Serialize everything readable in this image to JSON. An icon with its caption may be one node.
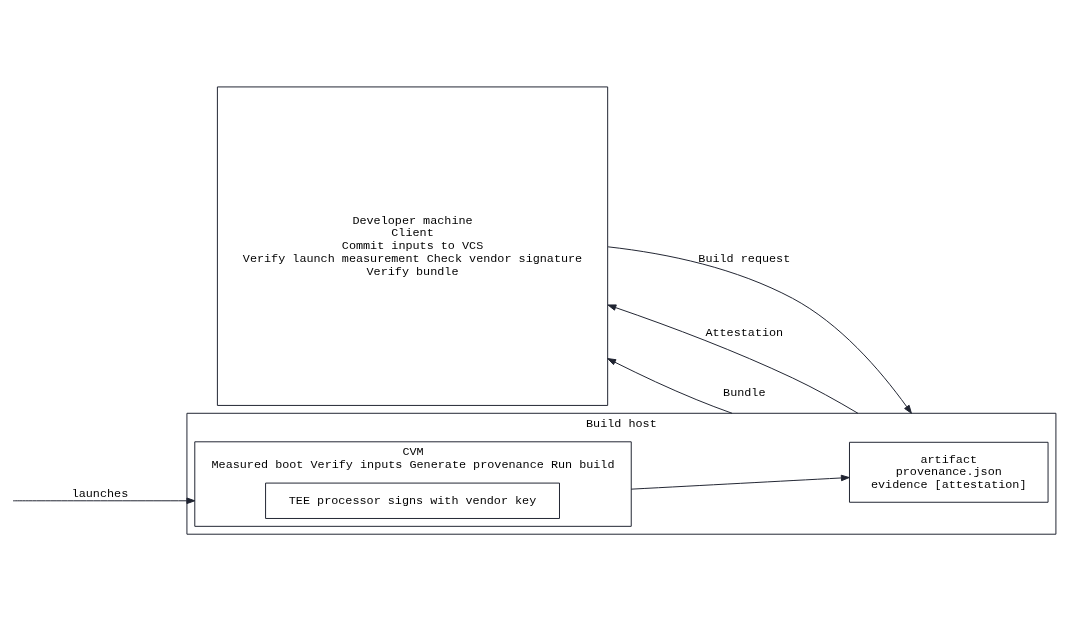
{
  "diagram": {
    "nodes": [
      {
        "text": [
          "Developer machine",
          "Client",
          "Commit inputs to VCS",
          "Verify launch measurement Check vendor signature",
          "Verify bundle"
        ]
      },
      {
        "text": [
          "Build host"
        ]
      },
      {
        "text": [
          "CVM",
          "Measured boot Verify inputs Generate provenance Run build"
        ],
        "in": 1
      },
      {
        "text": [
          "TEE processor signs with vendor key"
        ],
        "in": 2
      },
      {
        "text": [
          "artifact",
          "provenance.json",
          "evidence [attestation]"
        ],
        "in": 1
      }
    ],
    "edges": [
      {
        "from": 0,
        "to": 1,
        "label": "Build request",
        "arrow": "to"
      },
      {
        "from": 1,
        "to": 0,
        "label": "Attestation",
        "arrow": "to"
      },
      {
        "from": null,
        "to": 2,
        "label": "launches",
        "arrow": "to"
      },
      {
        "from": 2,
        "to": 4,
        "arrow": "to"
      },
      {
        "from": 1,
        "to": 0,
        "label": "Bundle",
        "arrow": "to"
      }
    ]
  }
}
